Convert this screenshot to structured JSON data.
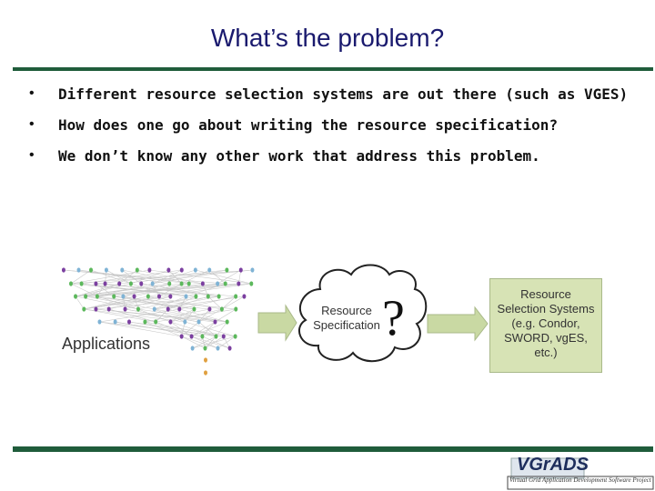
{
  "slide": {
    "title": "What’s the problem?",
    "bullets": [
      "Different resource selection systems are out there (such as VGES)",
      "How does one go about writing the resource specification?",
      "We don’t know any other work that address this problem."
    ]
  },
  "diagram": {
    "applications_label": "Applications",
    "cloud_line1": "Resource",
    "cloud_line2": "Specification",
    "question_mark": "?",
    "rss_lines": [
      "Resource",
      "Selection Systems",
      "(e.g. Condor,",
      "SWORD, vgES,",
      "etc.)"
    ]
  },
  "logo": {
    "wordmark": "VGrADS",
    "tagline": "Virtual Grid Application Development Software Project"
  },
  "colors": {
    "title": "#1a1a6e",
    "rule": "#1f5c3b",
    "rss_box": "#d7e3b5",
    "arrow": "#c9d9a3",
    "node_purple": "#7b3fa0",
    "node_green": "#5cb85c",
    "node_blue": "#7fb3d5",
    "node_orange": "#e0a040"
  }
}
